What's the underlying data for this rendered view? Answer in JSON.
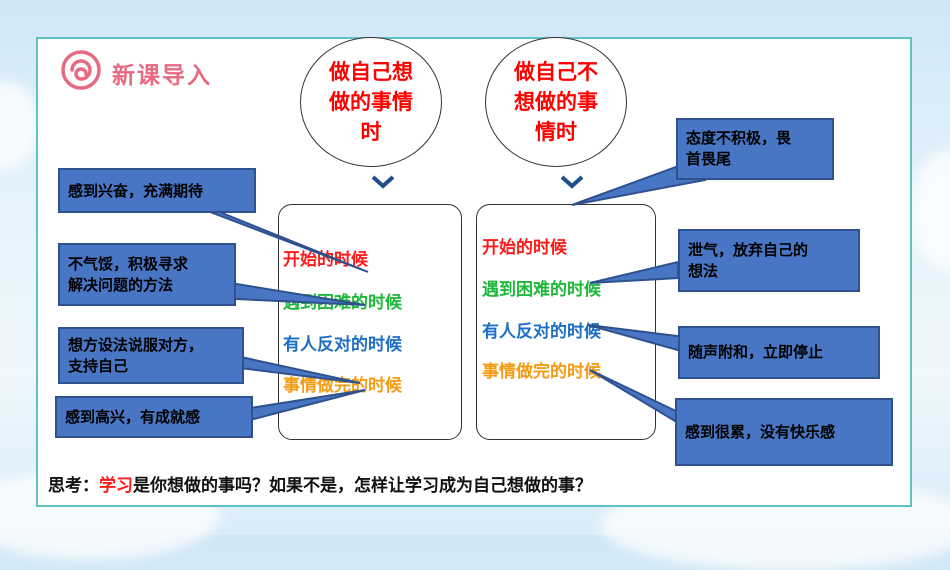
{
  "header": {
    "title": "新课导入",
    "logo_icon": "spiral-icon"
  },
  "left_column": {
    "heading": "做自己想做的事情时",
    "heading_lines": [
      "做自己想",
      "做的事情",
      "时"
    ],
    "rows": [
      "开始的时候",
      "遇到困难的时候",
      "有人反对的时候",
      "事情做完的时候"
    ]
  },
  "right_column": {
    "heading": "做自己不想做的事情时",
    "heading_lines": [
      "做自己不",
      "想做的事",
      "情时"
    ],
    "rows": [
      "开始的时候",
      "遇到困难的时候",
      "有人反对的时候",
      "事情做完的时候"
    ]
  },
  "left_callouts": [
    "感到兴奋，充满期待",
    "不气馁，积极寻求解决问题的方法",
    "想方设法说服对方，支持自己",
    "感到高兴，有成就感"
  ],
  "left_callout_lines": [
    [
      "感到兴奋，充满期待"
    ],
    [
      "不气馁，积极寻求",
      "解决问题的方法"
    ],
    [
      "想方设法说服对方，",
      "支持自己"
    ],
    [
      "感到高兴，有成就感"
    ]
  ],
  "right_callouts": [
    "态度不积极，畏首畏尾",
    "泄气，放弃自己的想法",
    "随声附和，立即停止",
    "感到很累，没有快乐感"
  ],
  "right_callout_lines": [
    [
      "态度不积极，畏",
      "首畏尾"
    ],
    [
      "泄气，放弃自己的",
      "想法"
    ],
    [
      "随声附和，立即停止"
    ],
    [
      "感到很累，没有快乐感"
    ]
  ],
  "question": {
    "prefix": "思考：",
    "keyword": "学习",
    "rest": "是你想做的事吗？如果不是，怎样让学习成为自己想做的事？"
  },
  "colors": {
    "accent_title": "#e86a82",
    "heading": "#ff0000",
    "row_1": "#ff1a1a",
    "row_2": "#1fb83a",
    "row_3": "#1e6fc4",
    "row_4": "#f39c12",
    "callout_fill": "#4876c4",
    "frame": "#5fc0c6"
  }
}
